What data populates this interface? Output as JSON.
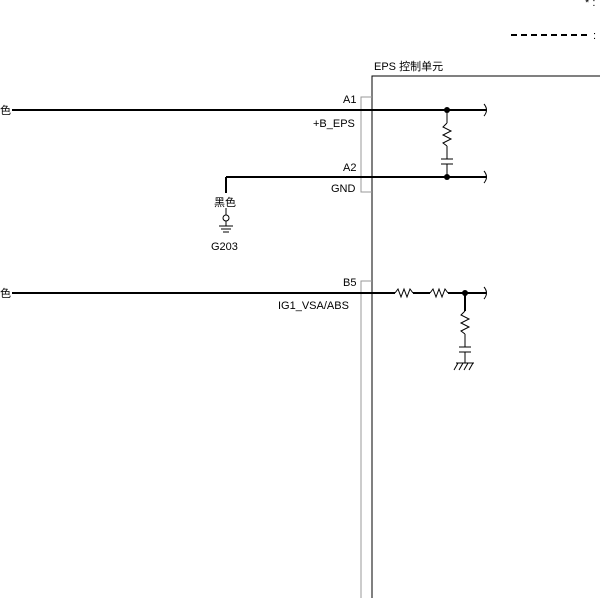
{
  "corner_marks": {
    "top": "* :",
    "dashed_suffix": ":"
  },
  "module": {
    "title": "EPS 控制单元"
  },
  "pins": [
    {
      "id": "A1",
      "signal": "+B_EPS"
    },
    {
      "id": "A2",
      "signal": "GND"
    },
    {
      "id": "B5",
      "signal": "IG1_VSA/ABS"
    }
  ],
  "wires": {
    "left_1": "色",
    "left_2": "色",
    "ground_color": "黑色",
    "ground_id": "G203"
  }
}
